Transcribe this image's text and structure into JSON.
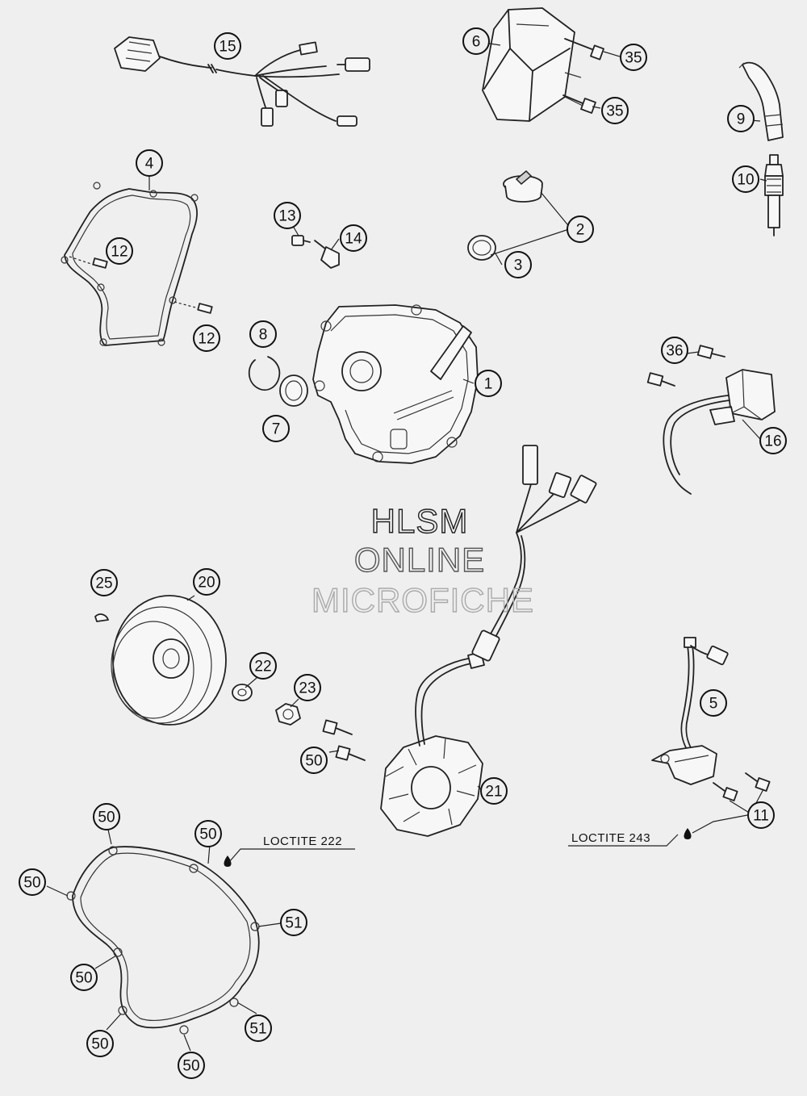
{
  "watermark": {
    "lines": [
      "HLSM",
      "ONLINE",
      "MICROFICHE"
    ],
    "colors": [
      "#222222",
      "#555555",
      "#aaaaaa"
    ]
  },
  "callouts": [
    {
      "label": "15"
    },
    {
      "label": "6"
    },
    {
      "label": "35"
    },
    {
      "label": "35"
    },
    {
      "label": "9"
    },
    {
      "label": "10"
    },
    {
      "label": "4"
    },
    {
      "label": "12"
    },
    {
      "label": "12"
    },
    {
      "label": "13"
    },
    {
      "label": "14"
    },
    {
      "label": "2"
    },
    {
      "label": "3"
    },
    {
      "label": "8"
    },
    {
      "label": "7"
    },
    {
      "label": "1"
    },
    {
      "label": "36"
    },
    {
      "label": "16"
    },
    {
      "label": "25"
    },
    {
      "label": "20"
    },
    {
      "label": "22"
    },
    {
      "label": "23"
    },
    {
      "label": "50"
    },
    {
      "label": "21"
    },
    {
      "label": "5"
    },
    {
      "label": "11"
    },
    {
      "label": "50"
    },
    {
      "label": "50"
    },
    {
      "label": "50"
    },
    {
      "label": "51"
    },
    {
      "label": "50"
    },
    {
      "label": "51"
    },
    {
      "label": "50"
    },
    {
      "label": "50"
    }
  ],
  "notes": {
    "loctite_222": "LOCTITE 222",
    "loctite_243": "LOCTITE 243"
  }
}
